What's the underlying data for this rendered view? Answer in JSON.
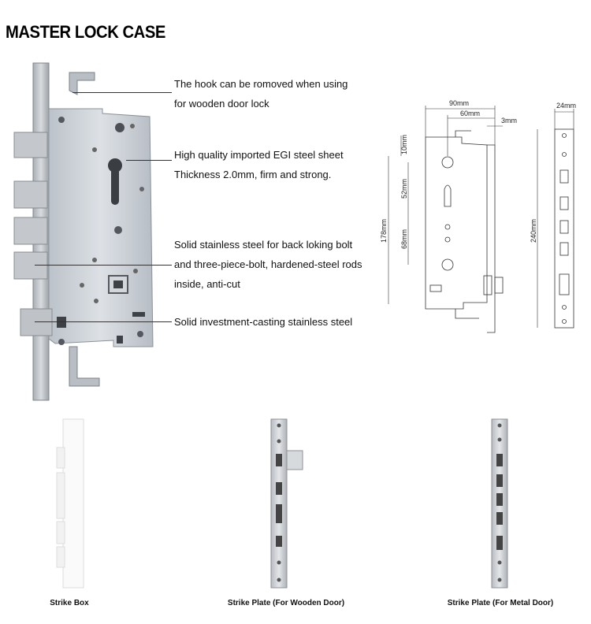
{
  "title": "MASTER LOCK CASE",
  "callouts": [
    {
      "line1": "The hook can be romoved when using",
      "line2": "for wooden door lock"
    },
    {
      "line1": "High quality imported EGI steel sheet",
      "line2": "Thickness 2.0mm, firm and strong."
    },
    {
      "line1": "Solid stainless  steel for back loking bolt",
      "line2": "and three-piece-bolt, hardened-steel rods",
      "line3": "inside, anti-cut"
    },
    {
      "line1": "Solid investment-casting stainless steel"
    }
  ],
  "dimensions": {
    "w90": "90mm",
    "w60": "60mm",
    "w3": "3mm",
    "h10": "10mm",
    "h52": "52mm",
    "h178": "178mm",
    "h68": "68mm",
    "w24": "24mm",
    "h240": "240mm"
  },
  "captions": {
    "strike_box": "Strike Box",
    "strike_wood": "Strike Plate (For Wooden Door)",
    "strike_metal": "Strike Plate (For Metal Door)"
  },
  "colors": {
    "steel_light": "#e2e5ea",
    "steel_mid": "#c3c8cf",
    "steel_dark": "#8d939b"
  }
}
